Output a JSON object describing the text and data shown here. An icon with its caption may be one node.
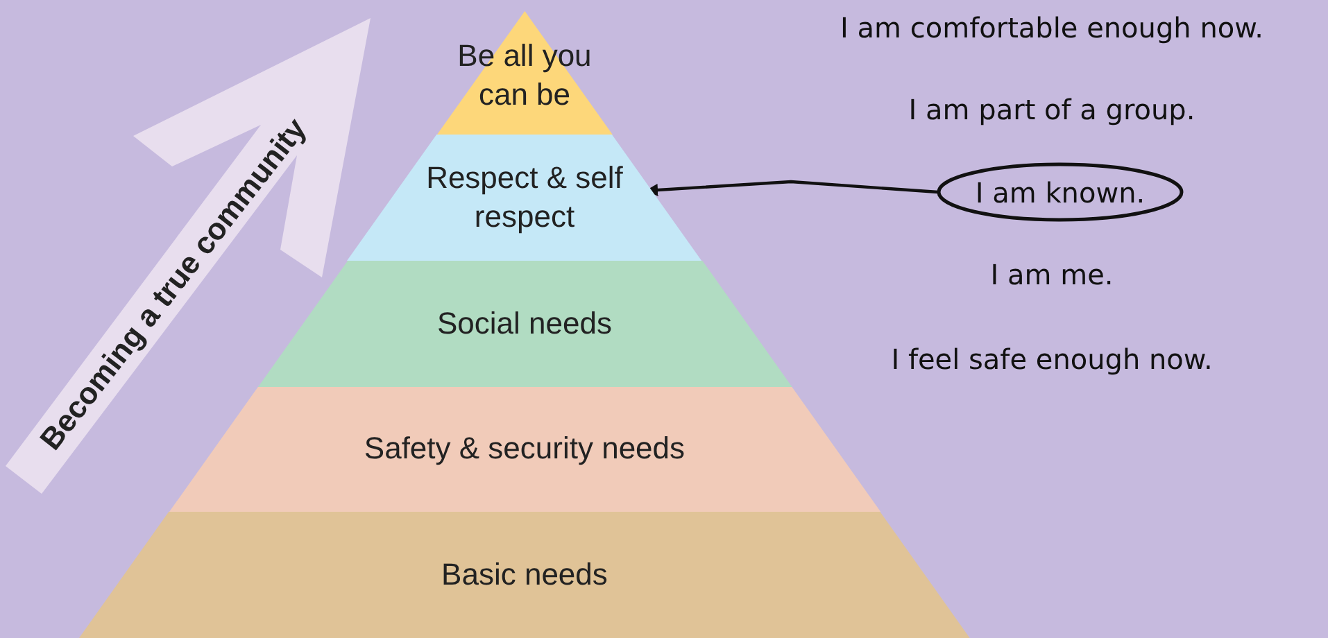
{
  "diagram": {
    "nodes": [
      {
        "text": [
          "Be all you can be"
        ]
      },
      {
        "text": [
          "Respect & self respect"
        ]
      },
      {
        "text": [
          "Social needs"
        ]
      },
      {
        "text": [
          "Safety & security needs"
        ]
      },
      {
        "text": [
          "Basic needs"
        ]
      },
      {
        "text": [
          "I am known."
        ]
      }
    ],
    "edges": [
      {
        "from": 5,
        "to": 1,
        "arrow": "to"
      }
    ],
    "labels": [
      "Becoming a true community",
      "I am comfortable enough now.",
      "I am part of a group.",
      "I am me.",
      "I feel safe enough now."
    ]
  }
}
